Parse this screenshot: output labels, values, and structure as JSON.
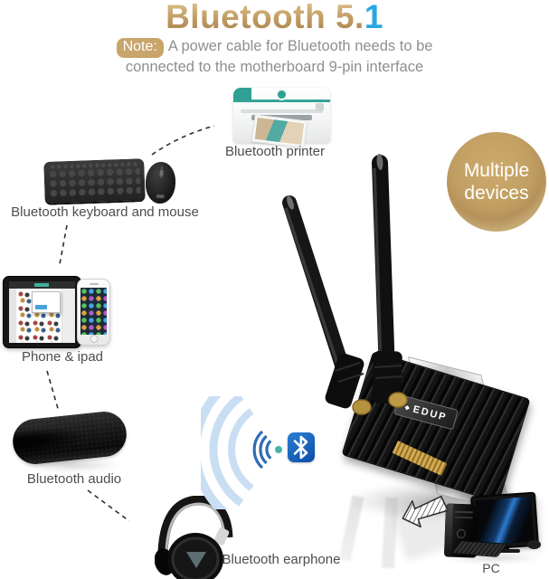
{
  "title": {
    "main": "Bluetooth 5.",
    "accent": "1"
  },
  "note": {
    "badge": "Note:",
    "line1": "A power cable for Bluetooth needs to be",
    "line2": "connected to the motherboard 9-pin interface"
  },
  "multi_badge": {
    "line1": "Multiple",
    "line2": "devices"
  },
  "devices": {
    "printer": {
      "label": "Bluetooth printer"
    },
    "keyboard_mouse": {
      "label": "Bluetooth keyboard and mouse"
    },
    "phone_ipad": {
      "label": "Phone & ipad"
    },
    "audio": {
      "label": "Bluetooth audio"
    },
    "earphone": {
      "label": "Bluetooth earphone"
    },
    "pc": {
      "label": "PC"
    }
  },
  "card": {
    "brand": "EDUP",
    "logo_glyph": "◆"
  },
  "colors": {
    "title_gold": "#C3A067",
    "accent_blue": "#2BA7E0",
    "badge_gold": "#C2A063",
    "note_text": "#8F8F8F",
    "label_text": "#4D4D4D",
    "bluetooth_blue": "#1666BF",
    "wave_light": "#C9DEF2",
    "wave_dark": "#2F6CB3",
    "wave_teal": "#47B2A8",
    "printer_teal": "#2FA094"
  }
}
